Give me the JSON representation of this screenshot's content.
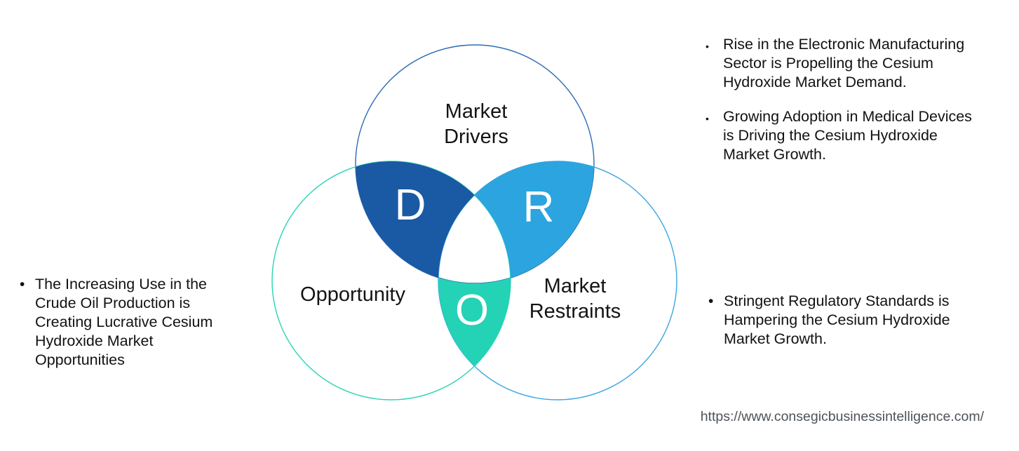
{
  "venn": {
    "drivers": {
      "label": "Market\nDrivers",
      "letter": "D",
      "stroke_color": "#2D6BB2",
      "lens_color": "#1A59A4"
    },
    "opportunity": {
      "label": "Opportunity",
      "letter": "O",
      "stroke_color": "#2BD4B4",
      "lens_color": "#24D2B5"
    },
    "restraints": {
      "label": "Market\nRestraints",
      "letter": "R",
      "stroke_color": "#3AA7E0",
      "lens_color": "#2BA4DF"
    }
  },
  "notes": {
    "bullet_char": "•",
    "left_items": [
      "The Increasing Use in the\nCrude Oil Production is\nCreating Lucrative Cesium\nHydroxide Market\nOpportunities"
    ],
    "top_right_items": [
      "Rise in the Electronic Manufacturing\nSector is Propelling the Cesium\nHydroxide Market Demand.",
      "Growing Adoption in Medical Devices\nis Driving the Cesium Hydroxide\nMarket Growth."
    ],
    "bottom_right_items": [
      "Stringent Regulatory Standards is\nHampering the Cesium Hydroxide\nMarket Growth."
    ]
  },
  "footer": {
    "url": "https://www.consegicbusinessintelligence.com/"
  }
}
